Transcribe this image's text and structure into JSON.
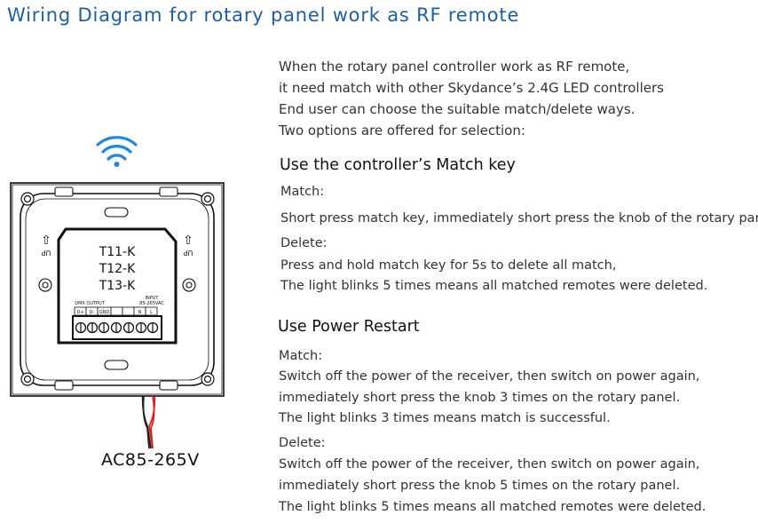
{
  "title": "Wiring Diagram for rotary panel work as RF remote",
  "intro": [
    "When the rotary panel controller work as RF remote,",
    "it need match with other Skydance’s 2.4G LED controllers",
    "End user can choose the suitable match/delete ways.",
    "Two options are offered for selection:"
  ],
  "option1": {
    "heading": "Use the controller’s Match key",
    "match_label": "Match:",
    "match_text": "Short press match key, immediately short press the knob of the rotary panel.",
    "delete_label": "Delete:",
    "delete_lines": [
      "Press and hold match key for 5s to delete all match,",
      "The light blinks 5 times means all matched remotes were deleted."
    ]
  },
  "option2": {
    "heading": "Use Power Restart",
    "match_label": "Match:",
    "match_lines": [
      "Switch off the power of the receiver, then switch on power again,",
      "immediately short press the knob 3 times on the rotary panel.",
      "The light blinks 3 times means match is successful."
    ],
    "delete_label": "Delete:",
    "delete_lines": [
      "Switch off the power of the receiver, then switch on power again,",
      "immediately short press the knob 5 times on the rotary panel.",
      "The light blinks 5 times means all matched remotes were deleted."
    ]
  },
  "device": {
    "models": [
      "T11-K",
      "T12-K",
      "T13-K"
    ],
    "dmx_label": "DMX OUTPUT",
    "input_label": "INPUT",
    "voltage_label": "85-265VAC",
    "terminals": [
      "D+",
      "D-",
      "GND",
      "",
      "",
      "N",
      "L"
    ],
    "arrow_mark": "⇧",
    "up_mark": "UP"
  },
  "supply_label": "AC85-265V",
  "colors": {
    "title": "#1c5fa8",
    "wifi": "#1e88e5",
    "live_wire": "#e02020",
    "neutral_wire": "#222222"
  }
}
